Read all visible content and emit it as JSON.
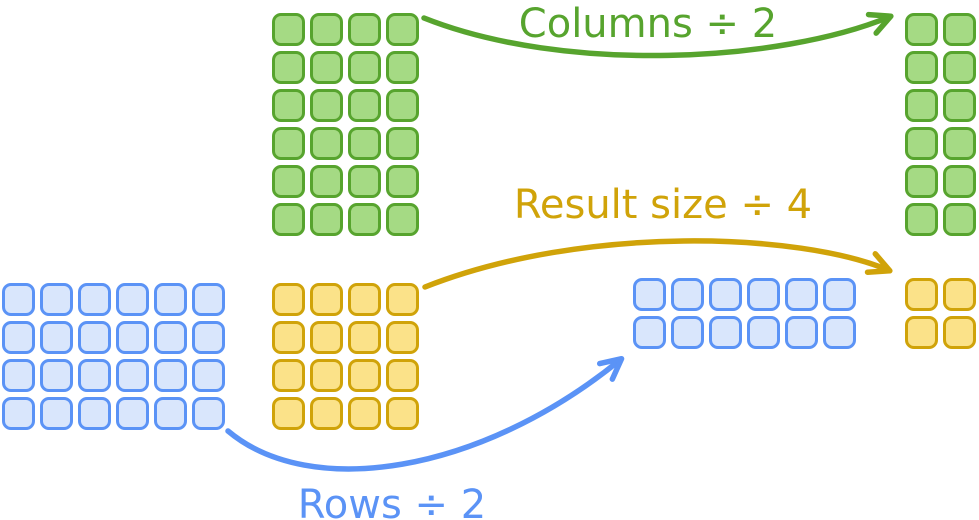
{
  "colors": {
    "green": {
      "border": "#57a42e",
      "fill": "#a5da84"
    },
    "yellow": {
      "border": "#d0a309",
      "fill": "#fbe289"
    },
    "blue": {
      "border": "#5b93f6",
      "fill": "#d9e6fc"
    }
  },
  "grids": [
    {
      "name": "green-input-grid",
      "color": "green",
      "cols": 4,
      "rows": 6
    },
    {
      "name": "green-result-grid",
      "color": "green",
      "cols": 2,
      "rows": 6
    },
    {
      "name": "blue-input-grid",
      "color": "blue",
      "cols": 6,
      "rows": 4
    },
    {
      "name": "yellow-input-grid",
      "color": "yellow",
      "cols": 4,
      "rows": 4
    },
    {
      "name": "blue-result-grid",
      "color": "blue",
      "cols": 6,
      "rows": 2
    },
    {
      "name": "yellow-result-grid",
      "color": "yellow",
      "cols": 2,
      "rows": 2
    }
  ],
  "labels": {
    "columns": {
      "text": "Columns ÷ 2",
      "color": "#57a42e"
    },
    "result_size": {
      "text": "Result size ÷ 4",
      "color": "#d0a309"
    },
    "rows": {
      "text": "Rows ÷ 2",
      "color": "#5b93f6"
    }
  },
  "arrows": {
    "columns": {
      "color": "#57a42e"
    },
    "result_size": {
      "color": "#d0a309"
    },
    "rows": {
      "color": "#5b93f6"
    }
  }
}
